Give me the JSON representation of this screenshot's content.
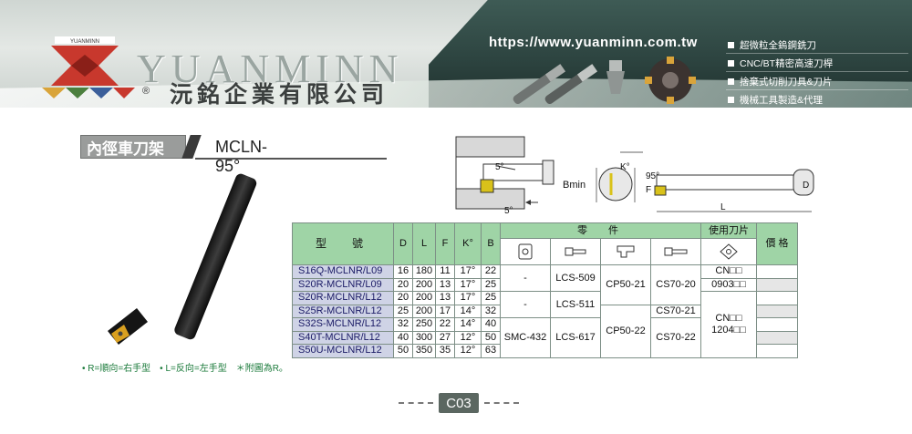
{
  "header": {
    "logo_small_text": "YUANMINN",
    "logo_text": "YUANMINN",
    "registered_mark": "®",
    "company_name": "沅銘企業有限公司",
    "url": "https://www.yuanminn.com.tw",
    "features": [
      "超微粒全鎢鋼銑刀",
      "CNC/BT精密高速刀桿",
      "捨棄式切削刀具&刀片",
      "機械工具製造&代理"
    ]
  },
  "section": {
    "title": "內徑車刀架",
    "model": "MCLN-95°"
  },
  "note": "• R=順向=右手型　• L=反向=左手型　＊附圖為R。",
  "diagram": {
    "angle_5_top": "5°",
    "angle_5_bottom": "5°",
    "bmin": "Bmin",
    "k_label": "K°",
    "angle_95": "95°",
    "f_label": "F",
    "d_label": "D",
    "l_label": "L"
  },
  "table": {
    "headers": {
      "model": "型　號",
      "d": "D",
      "l": "L",
      "f": "F",
      "k": "K°",
      "b": "B",
      "parts": "零　件",
      "insert": "使用刀片",
      "price": "價 格"
    },
    "rows": [
      {
        "model": "S16Q-MCLNR/L09",
        "d": "16",
        "l": "180",
        "f": "11",
        "k": "17°",
        "b": "22"
      },
      {
        "model": "S20R-MCLNR/L09",
        "d": "20",
        "l": "200",
        "f": "13",
        "k": "17°",
        "b": "25"
      },
      {
        "model": "S20R-MCLNR/L12",
        "d": "20",
        "l": "200",
        "f": "13",
        "k": "17°",
        "b": "25"
      },
      {
        "model": "S25R-MCLNR/L12",
        "d": "25",
        "l": "200",
        "f": "17",
        "k": "14°",
        "b": "32"
      },
      {
        "model": "S32S-MCLNR/L12",
        "d": "32",
        "l": "250",
        "f": "22",
        "k": "14°",
        "b": "40"
      },
      {
        "model": "S40T-MCLNR/L12",
        "d": "40",
        "l": "300",
        "f": "27",
        "k": "12°",
        "b": "50"
      },
      {
        "model": "S50U-MCLNR/L12",
        "d": "50",
        "l": "350",
        "f": "35",
        "k": "12°",
        "b": "63"
      }
    ],
    "parts": {
      "shim_a": "-",
      "shim_b": "-",
      "shim_c": "SMC-432",
      "screw_a": "LCS-509",
      "screw_b": "LCS-511",
      "screw_c": "LCS-617",
      "clamp_a": "CP50-21",
      "clamp_b": "CP50-22",
      "clampscrew_a": "CS70-20",
      "clampscrew_b": "CS70-21",
      "clampscrew_c": "CS70-22",
      "insert_a_1": "CN□□",
      "insert_a_2": "0903□□",
      "insert_b_1": "CN□□",
      "insert_b_2": "1204□□"
    }
  },
  "page": {
    "number": "C03"
  }
}
